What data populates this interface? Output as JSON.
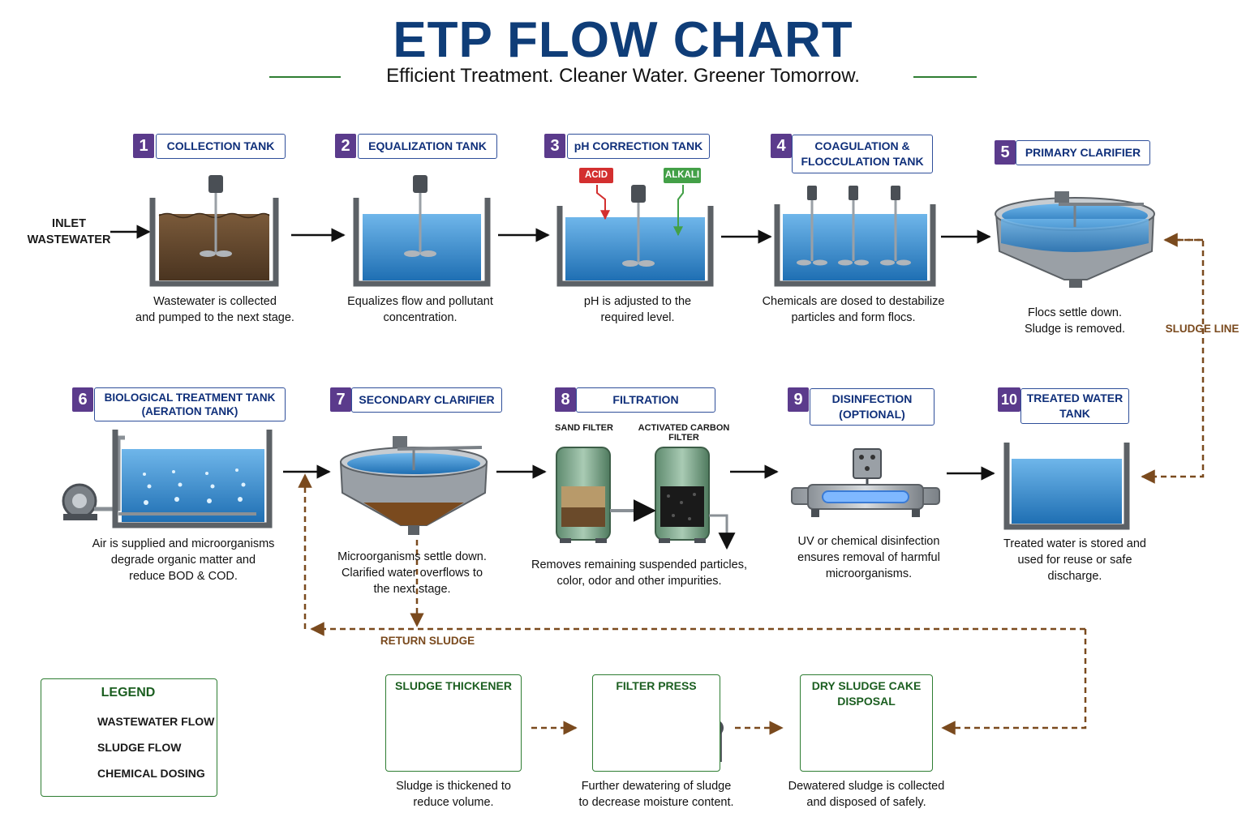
{
  "header": {
    "title": "ETP FLOW CHART",
    "subtitle": "Efficient Treatment.  Cleaner Water.  Greener Tomorrow."
  },
  "inlet_label": [
    "INLET",
    "WASTEWATER"
  ],
  "stages": [
    {
      "num": "1",
      "label": "COLLECTION TANK",
      "desc": [
        "Wastewater is collected",
        "and pumped to the next stage."
      ]
    },
    {
      "num": "2",
      "label": "EQUALIZATION TANK",
      "desc": [
        "Equalizes flow and pollutant",
        "concentration."
      ]
    },
    {
      "num": "3",
      "label": "pH CORRECTION TANK",
      "desc": [
        "pH is adjusted to the",
        "required level."
      ],
      "dosing": [
        "ACID",
        "ALKALI"
      ]
    },
    {
      "num": "4",
      "label": [
        "COAGULATION &",
        "FLOCCULATION TANK"
      ],
      "desc": [
        "Chemicals are dosed to destabilize",
        "particles and form flocs."
      ]
    },
    {
      "num": "5",
      "label": "PRIMARY CLARIFIER",
      "desc": [
        "Flocs settle down.",
        "Sludge is removed."
      ]
    },
    {
      "num": "6",
      "label": [
        "BIOLOGICAL TREATMENT TANK",
        "(AERATION TANK)"
      ],
      "desc": [
        "Air is supplied and microorganisms",
        "degrade organic matter and",
        "reduce BOD & COD."
      ]
    },
    {
      "num": "7",
      "label": "SECONDARY CLARIFIER",
      "desc": [
        "Microorganisms settle down.",
        "Clarified water overflows to",
        "the next stage."
      ]
    },
    {
      "num": "8",
      "label": "FILTRATION",
      "desc": [
        "Removes remaining suspended particles,",
        "color, odor and other impurities."
      ],
      "sublabels": [
        "SAND FILTER",
        "ACTIVATED CARBON FILTER"
      ]
    },
    {
      "num": "9",
      "label": [
        "DISINFECTION",
        "(OPTIONAL)"
      ],
      "desc": [
        "UV or chemical disinfection",
        "ensures removal of harmful",
        "microorganisms."
      ]
    },
    {
      "num": "10",
      "label": [
        "TREATED WATER",
        "TANK"
      ],
      "desc": [
        "Treated water is stored and",
        "used for reuse or safe",
        "discharge."
      ]
    }
  ],
  "sludge_line_label": "SLUDGE LINE",
  "return_sludge_label": "RETURN SLUDGE",
  "sludge_stages": [
    {
      "label": "SLUDGE THICKENER",
      "desc": [
        "Sludge is thickened to",
        "reduce volume."
      ]
    },
    {
      "label": "FILTER PRESS",
      "desc": [
        "Further dewatering of sludge",
        "to decrease moisture content."
      ]
    },
    {
      "label": [
        "DRY SLUDGE CAKE",
        "DISPOSAL"
      ],
      "desc": [
        "Dewatered sludge is collected",
        "and disposed of safely."
      ]
    }
  ],
  "legend": {
    "title": "LEGEND",
    "items": [
      "WASTEWATER FLOW",
      "SLUDGE FLOW",
      "CHEMICAL DOSING"
    ]
  },
  "colors": {
    "title": "#0f3d78",
    "badge": "#5b3b8c",
    "label_border": "#2f4f9a",
    "water": "#3c8fd0",
    "sludge": "#7a4a1e",
    "accent_green": "#2e7d32",
    "acid": "#d32f2f",
    "alkali": "#43a047"
  }
}
